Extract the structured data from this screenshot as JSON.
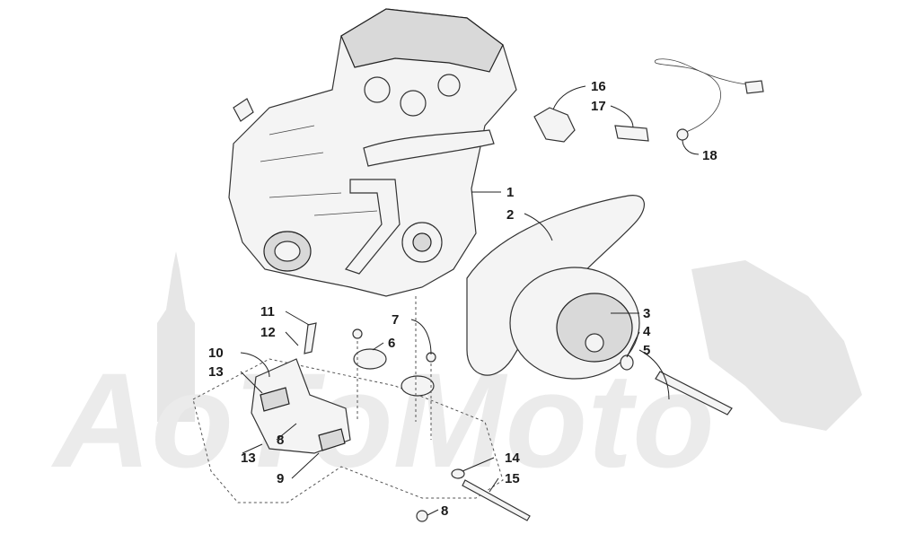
{
  "diagram": {
    "watermark": "AoToMoto",
    "callouts": [
      {
        "id": "c1",
        "label": "1"
      },
      {
        "id": "c2",
        "label": "2"
      },
      {
        "id": "c3",
        "label": "3"
      },
      {
        "id": "c4",
        "label": "4"
      },
      {
        "id": "c5",
        "label": "5"
      },
      {
        "id": "c6",
        "label": "6"
      },
      {
        "id": "c7",
        "label": "7"
      },
      {
        "id": "c8a",
        "label": "8"
      },
      {
        "id": "c8b",
        "label": "8"
      },
      {
        "id": "c9",
        "label": "9"
      },
      {
        "id": "c10",
        "label": "10"
      },
      {
        "id": "c11",
        "label": "11"
      },
      {
        "id": "c12",
        "label": "12"
      },
      {
        "id": "c13a",
        "label": "13"
      },
      {
        "id": "c13b",
        "label": "13"
      },
      {
        "id": "c14",
        "label": "14"
      },
      {
        "id": "c15",
        "label": "15"
      },
      {
        "id": "c16",
        "label": "16"
      },
      {
        "id": "c17",
        "label": "17"
      },
      {
        "id": "c18",
        "label": "18"
      }
    ]
  }
}
